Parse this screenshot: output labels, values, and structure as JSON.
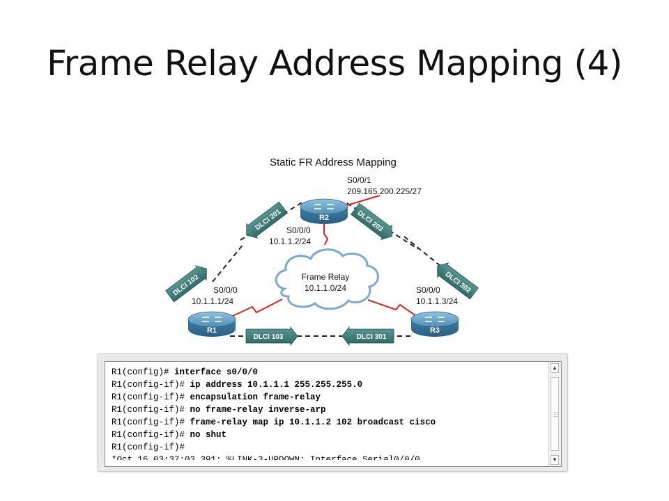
{
  "slide": {
    "title": "Frame Relay Address Mapping (4)"
  },
  "diagram": {
    "title": "Static FR Address Mapping",
    "cloud": {
      "label": "Frame Relay",
      "subnet": "10.1.1.0/24"
    },
    "routers": {
      "r1": {
        "name": "R1",
        "interface": "S0/0/0",
        "ip": "10.1.1.1/24"
      },
      "r2": {
        "name": "R2",
        "interface": "S0/0/0",
        "ip": "10.1.1.2/24",
        "wan_interface": "S0/0/1",
        "wan_ip": "209.165.200.225/27"
      },
      "r3": {
        "name": "R3",
        "interface": "S0/0/0",
        "ip": "10.1.1.3/24"
      }
    },
    "dlci": {
      "r1_to_r2": "DLCI 102",
      "r2_to_r1": "DLCI 201",
      "r2_to_r3": "DLCI 203",
      "r3_to_r2": "DLCI 302",
      "r1_to_r3": "DLCI 103",
      "r3_to_r1": "DLCI 301"
    },
    "colors": {
      "serial_link": "#e02020",
      "pvc_line": "#222222",
      "dlci_arrow": "#2f6b68",
      "router_body": "#4f8fb4",
      "cloud_stroke": "#7aa9cf"
    }
  },
  "terminal": {
    "lines": [
      {
        "prompt": "R1(config)# ",
        "command": "interface s0/0/0"
      },
      {
        "prompt": "R1(config-if)# ",
        "command": "ip address 10.1.1.1 255.255.255.0"
      },
      {
        "prompt": "R1(config-if)# ",
        "command": "encapsulation frame-relay"
      },
      {
        "prompt": "R1(config-if)# ",
        "command": "no frame-relay inverse-arp"
      },
      {
        "prompt": "R1(config-if)# ",
        "command": "frame-relay map ip 10.1.1.2 102 broadcast cisco"
      },
      {
        "prompt": "R1(config-if)# ",
        "command": "no shut"
      },
      {
        "prompt": "R1(config-if)#",
        "command": ""
      }
    ],
    "partial_line": "*Oct 16 03:37:03.391: %LINK-3-UPDOWN: Interface Serial0/0/0"
  }
}
